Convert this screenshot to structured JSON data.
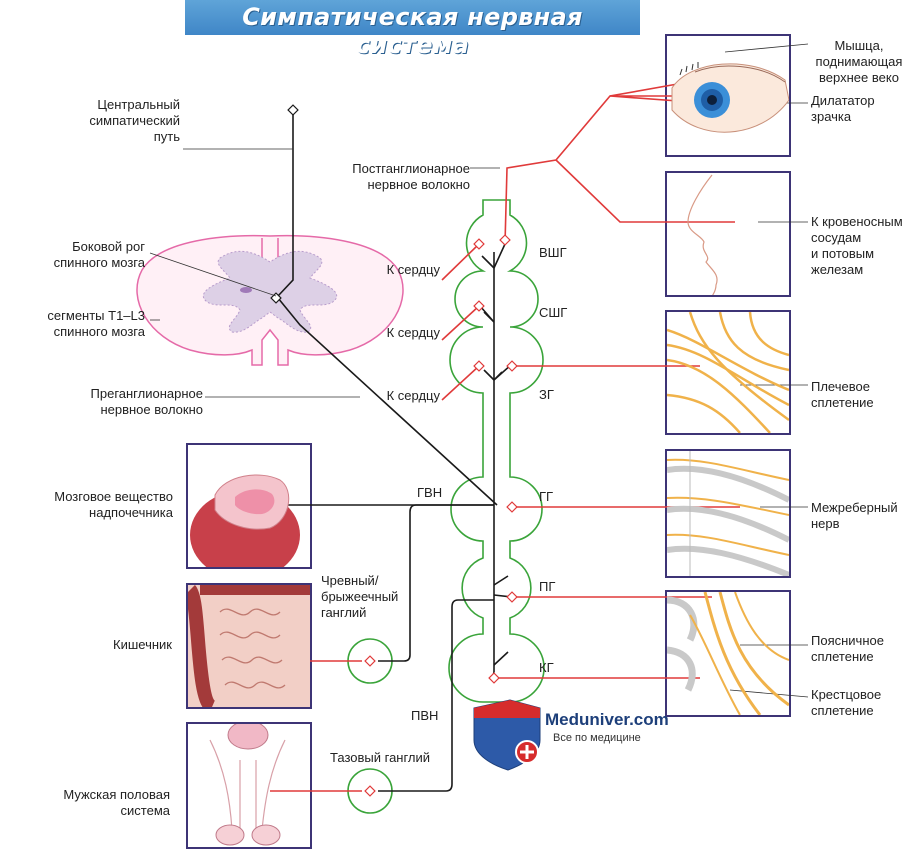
{
  "title": "Симпатическая нервная система",
  "labels": {
    "central_path": [
      "Центральный",
      "симпатический",
      "путь"
    ],
    "lateral_horn": [
      "Боковой рог",
      "спинного мозга"
    ],
    "segments": [
      "сегменты T1–L3",
      "спинного мозга"
    ],
    "preganglionic": [
      "Преганглионарное",
      "нервное волокно"
    ],
    "postganglionic": [
      "Постганглионарное",
      "нервное волокно"
    ],
    "to_heart_1": "К сердцу",
    "to_heart_2": "К сердцу",
    "to_heart_3": "К сердцу",
    "ganglion_vshg": "ВШГ",
    "ganglion_sshg": "СШГ",
    "ganglion_zg": "ЗГ",
    "ganglion_gg": "ГГ",
    "ganglion_pg": "ПГ",
    "ganglion_kg": "КГ",
    "gvn": "ГВН",
    "pvn": "ПВН",
    "celiac": [
      "Чревный/",
      "брыжеечный",
      "ганглий"
    ],
    "pelvic_ganglion": "Тазовый ганглий",
    "adrenal": [
      "Мозговое вещество",
      "надпочечника"
    ],
    "intestine": "Кишечник",
    "male_system": [
      "Мужская половая",
      "система"
    ],
    "eyelid_muscle": [
      "Мышца,",
      "поднимающая",
      "верхнее веко"
    ],
    "pupil_dilator": [
      "Дилататор",
      "зрачка"
    ],
    "vessels_glands": [
      "К кровеносным",
      "сосудам",
      "и потовым",
      "железам"
    ],
    "brachial": [
      "Плечевое",
      "сплетение"
    ],
    "intercostal": [
      "Межреберный",
      "нерв"
    ],
    "lumbar": [
      "Поясничное",
      "сплетение"
    ],
    "sacral": [
      "Крестцовое",
      "сплетение"
    ]
  },
  "logo": {
    "name": "Meduniver.com",
    "tagline": "Все по медицине"
  },
  "colors": {
    "title_bg": "#4a90cf",
    "preganglionic": "#1a1a1a",
    "postganglionic": "#e03a3a",
    "ganglion_outline": "#3aa43a",
    "panel_border": "#3d3476",
    "cord_pink": "#e56aa8",
    "nerve_orange": "#f0b24a"
  }
}
